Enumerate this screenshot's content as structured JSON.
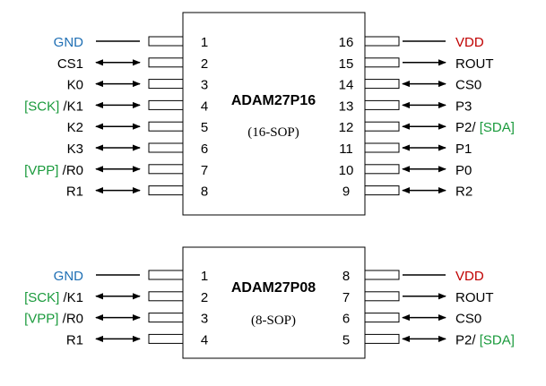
{
  "colors": {
    "ground": "#1f6fb4",
    "power": "#c00000",
    "alt_function": "#1a9a3c",
    "text": "#000000",
    "line": "#000000"
  },
  "chips": [
    {
      "name": "ADAM27P16",
      "package": "(16-SOP)",
      "left_pins": [
        {
          "num": "1",
          "parts": [
            {
              "t": "GND",
              "c": "ground"
            }
          ],
          "dir": "none"
        },
        {
          "num": "2",
          "parts": [
            {
              "t": "CS1",
              "c": "text"
            }
          ],
          "dir": "both"
        },
        {
          "num": "3",
          "parts": [
            {
              "t": "K0",
              "c": "text"
            }
          ],
          "dir": "both"
        },
        {
          "num": "4",
          "parts": [
            {
              "t": "[SCK]",
              "c": "alt_function"
            },
            {
              "t": " /K1",
              "c": "text"
            }
          ],
          "dir": "both"
        },
        {
          "num": "5",
          "parts": [
            {
              "t": "K2",
              "c": "text"
            }
          ],
          "dir": "both"
        },
        {
          "num": "6",
          "parts": [
            {
              "t": "K3",
              "c": "text"
            }
          ],
          "dir": "both"
        },
        {
          "num": "7",
          "parts": [
            {
              "t": "[VPP]",
              "c": "alt_function"
            },
            {
              "t": " /R0",
              "c": "text"
            }
          ],
          "dir": "both"
        },
        {
          "num": "8",
          "parts": [
            {
              "t": "R1",
              "c": "text"
            }
          ],
          "dir": "both"
        }
      ],
      "right_pins": [
        {
          "num": "16",
          "parts": [
            {
              "t": "VDD",
              "c": "power"
            }
          ],
          "dir": "none"
        },
        {
          "num": "15",
          "parts": [
            {
              "t": "ROUT",
              "c": "text"
            }
          ],
          "dir": "out"
        },
        {
          "num": "14",
          "parts": [
            {
              "t": "CS0",
              "c": "text"
            }
          ],
          "dir": "both"
        },
        {
          "num": "13",
          "parts": [
            {
              "t": "P3",
              "c": "text"
            }
          ],
          "dir": "both"
        },
        {
          "num": "12",
          "parts": [
            {
              "t": "P2/ ",
              "c": "text"
            },
            {
              "t": "[SDA]",
              "c": "alt_function"
            }
          ],
          "dir": "both"
        },
        {
          "num": "11",
          "parts": [
            {
              "t": "P1",
              "c": "text"
            }
          ],
          "dir": "both"
        },
        {
          "num": "10",
          "parts": [
            {
              "t": "P0",
              "c": "text"
            }
          ],
          "dir": "both"
        },
        {
          "num": "9",
          "parts": [
            {
              "t": "R2",
              "c": "text"
            }
          ],
          "dir": "both"
        }
      ]
    },
    {
      "name": "ADAM27P08",
      "package": "(8-SOP)",
      "left_pins": [
        {
          "num": "1",
          "parts": [
            {
              "t": "GND",
              "c": "ground"
            }
          ],
          "dir": "none"
        },
        {
          "num": "2",
          "parts": [
            {
              "t": "[SCK]",
              "c": "alt_function"
            },
            {
              "t": " /K1",
              "c": "text"
            }
          ],
          "dir": "both"
        },
        {
          "num": "3",
          "parts": [
            {
              "t": "[VPP]",
              "c": "alt_function"
            },
            {
              "t": " /R0",
              "c": "text"
            }
          ],
          "dir": "both"
        },
        {
          "num": "4",
          "parts": [
            {
              "t": "R1",
              "c": "text"
            }
          ],
          "dir": "both"
        }
      ],
      "right_pins": [
        {
          "num": "8",
          "parts": [
            {
              "t": "VDD",
              "c": "power"
            }
          ],
          "dir": "none"
        },
        {
          "num": "7",
          "parts": [
            {
              "t": "ROUT",
              "c": "text"
            }
          ],
          "dir": "out"
        },
        {
          "num": "6",
          "parts": [
            {
              "t": "CS0",
              "c": "text"
            }
          ],
          "dir": "both"
        },
        {
          "num": "5",
          "parts": [
            {
              "t": "P2/ ",
              "c": "text"
            },
            {
              "t": "[SDA]",
              "c": "alt_function"
            }
          ],
          "dir": "both"
        }
      ]
    }
  ]
}
